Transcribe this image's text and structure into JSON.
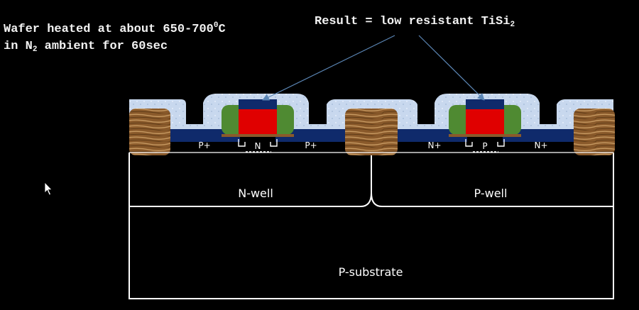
{
  "captions": {
    "left": {
      "line1_text": "Wafer heated at about 650-700",
      "line1_sup": "0",
      "line1_end": "C",
      "line2_start": "in N",
      "line2_sub": "2",
      "line2_end": " ambient for 60sec"
    },
    "right": {
      "text": "Result = low resistant TiSi",
      "sub": "2"
    }
  },
  "regions": {
    "nwell": "N-well",
    "pwell": "P-well",
    "substrate": "P-substrate"
  },
  "diffusions": {
    "pmos_source": "P+",
    "pmos_drain": "P+",
    "nmos_source": "N+",
    "nmos_drain": "N+",
    "pmos_channel": "N",
    "nmos_channel": "P"
  },
  "colors": {
    "background": "#000000",
    "outline": "#ffffff",
    "oxide_layer": "#c8d8ee",
    "silicide": "#0f2a6b",
    "gate_poly": "#e00000",
    "spacer": "#4f8a32",
    "field_oxide": "#8a5a2b",
    "arrow": "#5b86b5"
  }
}
